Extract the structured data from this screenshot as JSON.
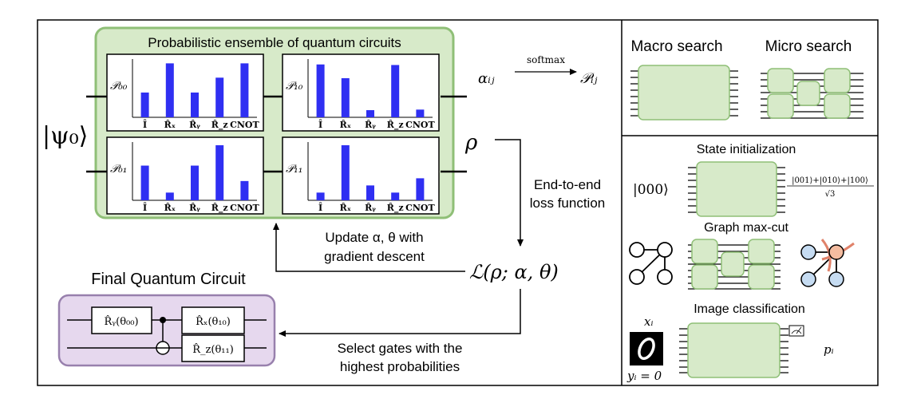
{
  "main_panel": {
    "ensemble_title": "Probabilistic ensemble of quantum circuits",
    "input_state": "|ψ₀⟩",
    "alpha_map": {
      "from": "αᵢⱼ",
      "op": "softmax",
      "to": "𝒫ᵢⱼ"
    },
    "rho": "ρ",
    "loss_text_1": "End-to-end",
    "loss_text_2": "loss function",
    "update_text_1": "Update α, θ with",
    "update_text_2": "gradient descent",
    "loss_formula": "ℒ(ρ; α, θ)",
    "final_title": "Final Quantum Circuit",
    "select_text_1": "Select gates with  the",
    "select_text_2": "highest probabilities",
    "gate_labels": [
      "Î",
      "R̂ₓ",
      "R̂ᵧ",
      "R̂_z",
      "CNOT"
    ],
    "final_gates": {
      "ry": "R̂ᵧ(θ₀₀)",
      "rx": "R̂ₓ(θ₁₀)",
      "rz": "R̂_z(θ₁₁)"
    }
  },
  "chart_data": [
    {
      "type": "bar",
      "title": "𝒫₀₀",
      "categories": [
        "Î",
        "R̂ₓ",
        "R̂ᵧ",
        "R̂_z",
        "CNOT"
      ],
      "values": [
        0.45,
        0.98,
        0.45,
        0.72,
        0.98
      ]
    },
    {
      "type": "bar",
      "title": "𝒫₁₀",
      "categories": [
        "Î",
        "R̂ₓ",
        "R̂ᵧ",
        "R̂_z",
        "CNOT"
      ],
      "values": [
        0.96,
        0.71,
        0.13,
        0.95,
        0.14
      ]
    },
    {
      "type": "bar",
      "title": "𝒫₀₁",
      "categories": [
        "Î",
        "R̂ₓ",
        "R̂ᵧ",
        "R̂_z",
        "CNOT"
      ],
      "values": [
        0.63,
        0.14,
        0.63,
        1.0,
        0.35
      ]
    },
    {
      "type": "bar",
      "title": "𝒫₁₁",
      "categories": [
        "Î",
        "R̂ₓ",
        "R̂ᵧ",
        "R̂_z",
        "CNOT"
      ],
      "values": [
        0.14,
        1.0,
        0.27,
        0.14,
        0.4
      ]
    }
  ],
  "top_right_panel": {
    "macro": "Macro search",
    "micro": "Micro search"
  },
  "bottom_right_panel": {
    "state_init": "State initialization",
    "ket_in": "|000⟩",
    "ket_out_num": "|001⟩+|010⟩+|100⟩",
    "ket_out_den": "√3",
    "maxcut": "Graph max-cut",
    "image_class": "Image classification",
    "xi": "xᵢ",
    "yi": "yᵢ = 0",
    "pi": "pᵢ"
  },
  "colors": {
    "ensemble_bg": "#d7eac9",
    "ensemble_border": "#8fbf77",
    "bar": "#2f2ff2",
    "final_bg": "#e6d8ee",
    "final_border": "#9880ad",
    "node_blue": "#c6dcf2",
    "node_orange": "#f4bca0",
    "cut": "#e0826a"
  }
}
